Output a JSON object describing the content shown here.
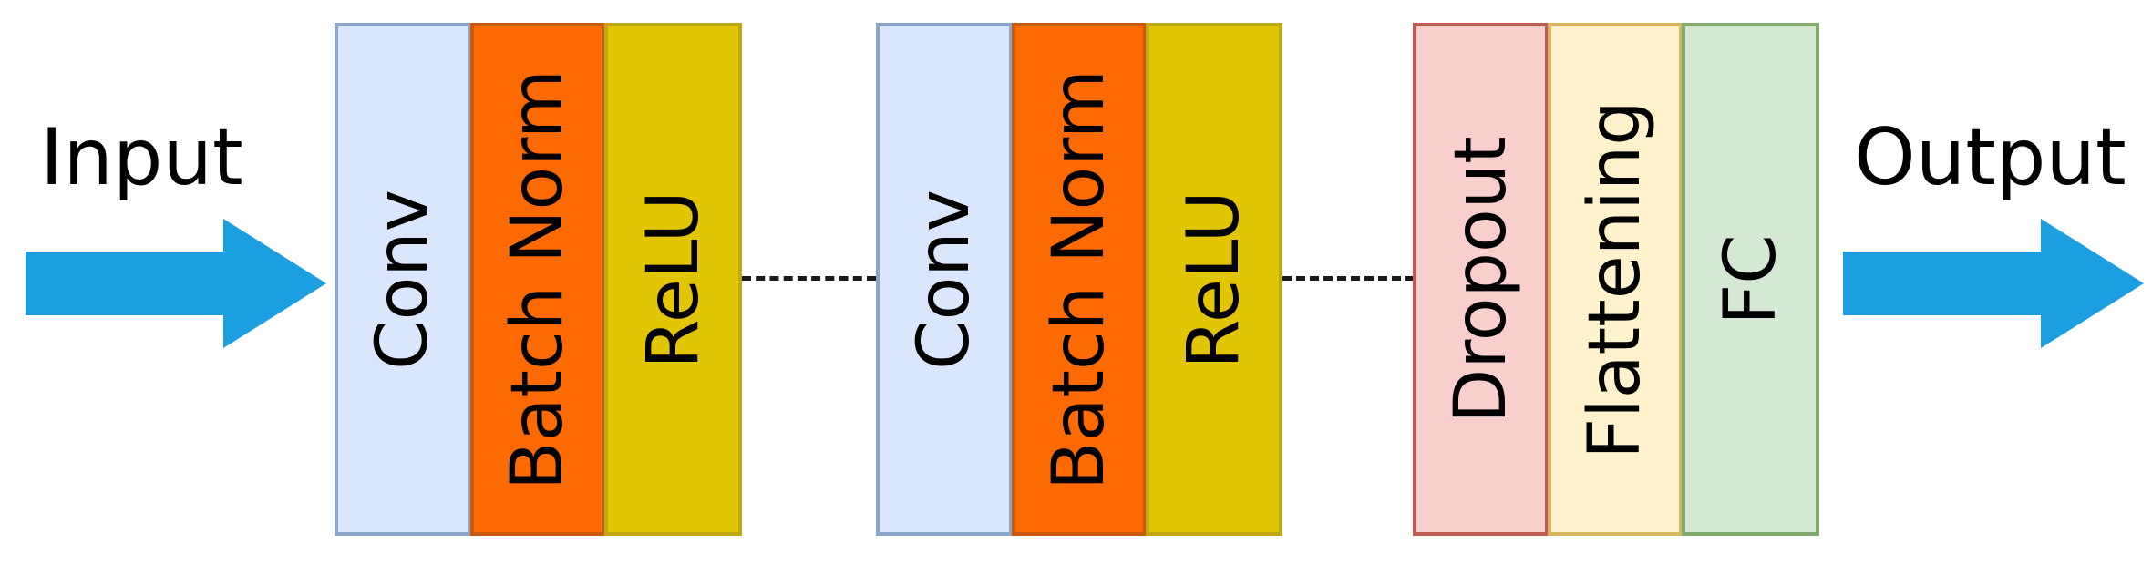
{
  "input": {
    "label": "Input",
    "arrow_icon": "right-arrow-icon",
    "arrow_color": "#1b9fe0"
  },
  "output": {
    "label": "Output",
    "arrow_icon": "right-arrow-icon",
    "arrow_color": "#1b9fe0"
  },
  "blocks": [
    {
      "layers": [
        {
          "label": "Conv",
          "fill": "#dae6fb",
          "stroke": "#8aa6c8"
        },
        {
          "label": "Batch Norm",
          "fill": "#fd6a02",
          "stroke": "#c85a0e"
        },
        {
          "label": "ReLU",
          "fill": "#e2c505",
          "stroke": "#c0a812"
        }
      ]
    },
    {
      "layers": [
        {
          "label": "Conv",
          "fill": "#dae6fb",
          "stroke": "#8aa6c8"
        },
        {
          "label": "Batch Norm",
          "fill": "#fd6a02",
          "stroke": "#c85a0e"
        },
        {
          "label": "ReLU",
          "fill": "#e2c505",
          "stroke": "#c0a812"
        }
      ]
    },
    {
      "layers": [
        {
          "label": "Dropout",
          "fill": "#f8cfcd",
          "stroke": "#c05c55"
        },
        {
          "label": "Flattening",
          "fill": "#fff2cd",
          "stroke": "#d7b85e"
        },
        {
          "label": "FC",
          "fill": "#d5e8d3",
          "stroke": "#80ad6e"
        }
      ]
    }
  ],
  "connector_style": "dashed"
}
